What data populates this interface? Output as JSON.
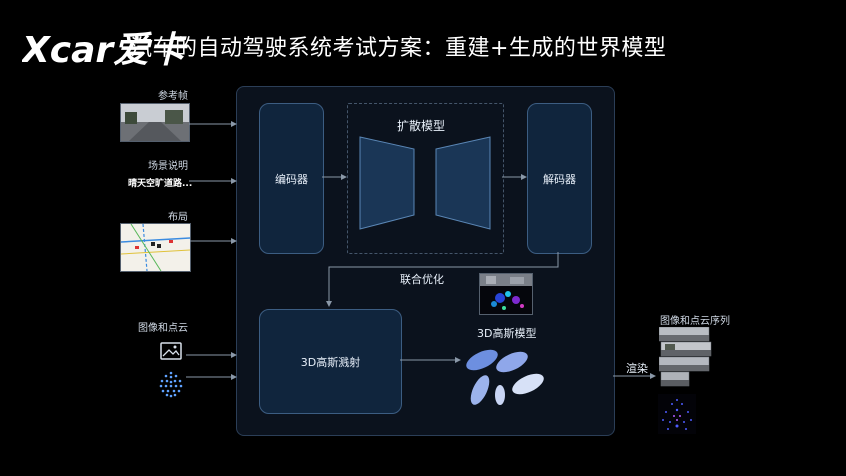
{
  "header": {
    "logo_text": "Xcar爱卡",
    "title": "汽车的自动驾驶系统考试方案：重建+生成的世界模型"
  },
  "inputs": {
    "reference_frame": "参考帧",
    "scene_desc": "场景说明",
    "scene_desc_value": "晴天空旷道路...",
    "layout": "布局",
    "image_pointcloud": "图像和点云"
  },
  "blocks": {
    "encoder": "编码器",
    "diffusion": "扩散模型",
    "decoder": "解码器",
    "joint_opt": "联合优化",
    "gaussian_splatting": "3D高斯溅射",
    "gaussian_model": "3D高斯模型"
  },
  "outputs": {
    "render": "渲染",
    "sequence": "图像和点云序列"
  },
  "colors": {
    "background": "#000000",
    "panel": "#0b121d",
    "block_fill": "#10253d",
    "block_border": "#3c5d82",
    "arrow": "#8a98a8",
    "gaussian": "#6d8fe0"
  }
}
